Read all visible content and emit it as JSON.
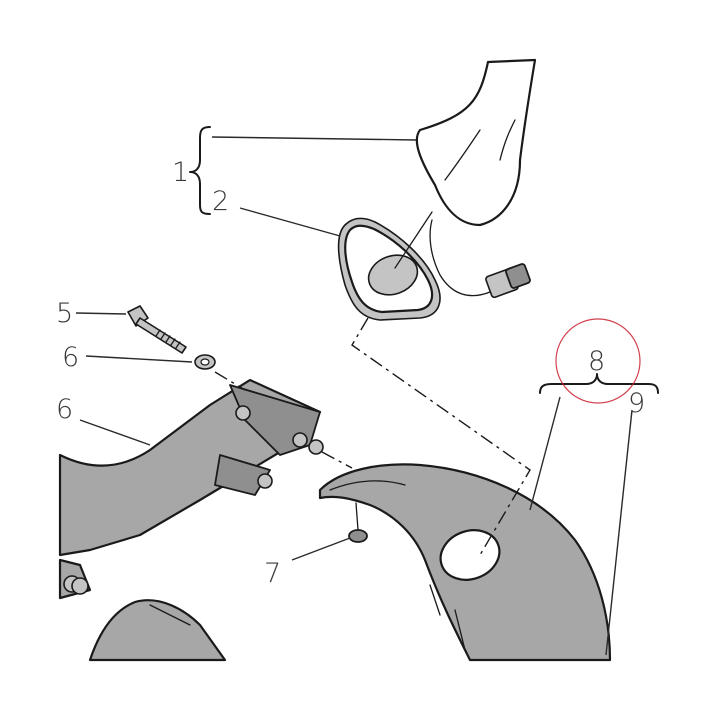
{
  "callouts": {
    "c1": "1",
    "c2": "2",
    "c5": "5",
    "c6a": "6",
    "c6b": "6",
    "c7": "7",
    "c8": "8",
    "c9": "9"
  },
  "colors": {
    "part_fill": "#a7a7a7",
    "highlight_circle": "#c8202e"
  }
}
